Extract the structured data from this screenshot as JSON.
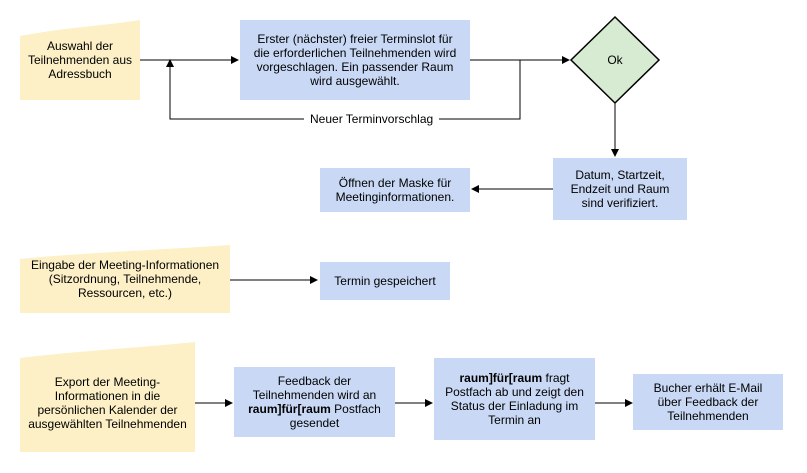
{
  "colors": {
    "process_fill": "#c9d9f5",
    "note_fill": "#fdf0c6",
    "decision_fill": "#d6ebd1",
    "stroke": "#000000"
  },
  "nodes": {
    "adressbuch": "Auswahl der Teilnehmenden aus Adressbuch",
    "terminslot": "Erster (nächster) freier Terminslot für die erforderlichen Teilnehmenden wird vorgeschlagen. Ein passender Raum wird ausgewählt.",
    "ok": "Ok",
    "verifiziert": "Datum, Startzeit, Endzeit und Raum sind verifiziert.",
    "maske": "Öffnen der Maske für Meetinginformationen.",
    "eingabe": "Eingabe der Meeting-Informationen (Sitzordnung, Teilnehmende, Ressourcen, etc.)",
    "gespeichert": "Termin gespeichert",
    "export": "Export der Meeting-Informationen in die persönlichen Kalender der ausgewählten Teilnehmenden",
    "feedback_pre": "Feedback der Teilnehmenden wird an ",
    "feedback_bold": "raum]für[raum",
    "feedback_post": " Postfach gesendet",
    "postfach_bold": "raum]für[raum",
    "postfach_post": " fragt Postfach ab und zeigt den Status der Einladung im Termin an",
    "bucher": "Bucher erhält E-Mail über Feedback der Teilnehmenden"
  },
  "edges": {
    "loop_label": "Neuer Terminvorschlag"
  }
}
